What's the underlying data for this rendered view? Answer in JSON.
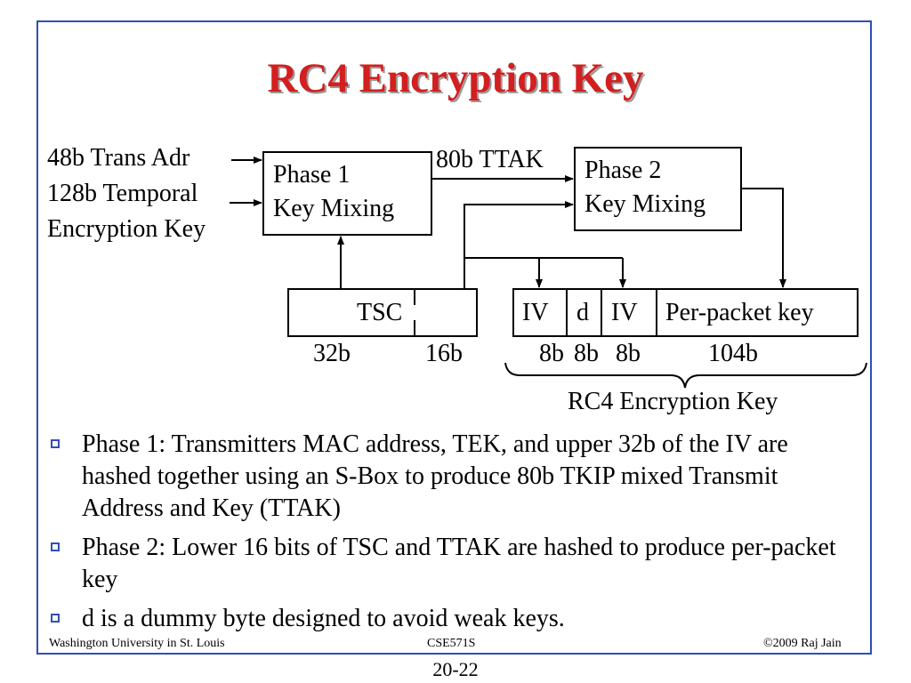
{
  "title": "RC4 Encryption Key",
  "inputs": {
    "trans_adr": "48b Trans Adr",
    "temporal_line1": "128b Temporal",
    "temporal_line2": "Encryption Key"
  },
  "phase1": {
    "line1": "Phase 1",
    "line2": "Key Mixing"
  },
  "phase2": {
    "line1": "Phase 2",
    "line2": "Key Mixing"
  },
  "ttak_label": "80b TTAK",
  "tsc": {
    "label": "TSC",
    "size_high": "32b",
    "size_low": "16b"
  },
  "key_cells": [
    {
      "label": "IV",
      "size": "8b"
    },
    {
      "label": "d",
      "size": "8b"
    },
    {
      "label": "IV",
      "size": "8b"
    },
    {
      "label": "Per-packet key",
      "size": "104b"
    }
  ],
  "rc4_key_label": "RC4 Encryption Key",
  "bullets": [
    "Phase 1: Transmitters MAC address, TEK, and upper 32b of the IV are hashed together using an S-Box to produce 80b TKIP mixed Transmit Address and Key (TTAK)",
    "Phase 2: Lower 16 bits of TSC and TTAK are hashed to produce per-packet key",
    "d is a dummy byte designed to avoid weak keys."
  ],
  "footer": {
    "left": "Washington University in St. Louis",
    "center": "CSE571S",
    "right": "©2009 Raj Jain",
    "page": "20-22"
  },
  "colors": {
    "title": "#d21f1f",
    "frame": "#2f4fb8",
    "bullet": "#2f4fb8"
  }
}
